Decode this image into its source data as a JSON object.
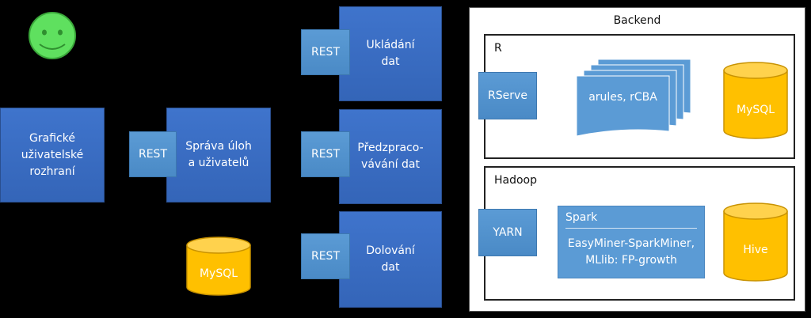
{
  "left": {
    "gui": "Grafické\nuživatelské\nrozhraní",
    "rest_label": "REST",
    "task_manager": "Správa úloh\na uživatelů",
    "mysql": "MySQL"
  },
  "services": [
    {
      "rest": "REST",
      "label": "Ukládání\ndat"
    },
    {
      "rest": "REST",
      "label": "Předzpraco-\nvávání dat"
    },
    {
      "rest": "REST",
      "label": "Dolování\ndat"
    }
  ],
  "backend": {
    "title": "Backend",
    "r_panel": {
      "title": "R",
      "rserve": "RServe",
      "packages": "arules, rCBA",
      "db": "MySQL"
    },
    "hadoop_panel": {
      "title": "Hadoop",
      "yarn": "YARN",
      "spark_title": "Spark",
      "spark_text": "EasyMiner-SparkMiner,\nMLlib: FP-growth",
      "db": "Hive"
    }
  },
  "colors": {
    "box_blue": "#3f74cc",
    "rest_blue": "#5b9bd5",
    "db_yellow": "#ffc000",
    "smiley_green": "#5fe05f"
  }
}
